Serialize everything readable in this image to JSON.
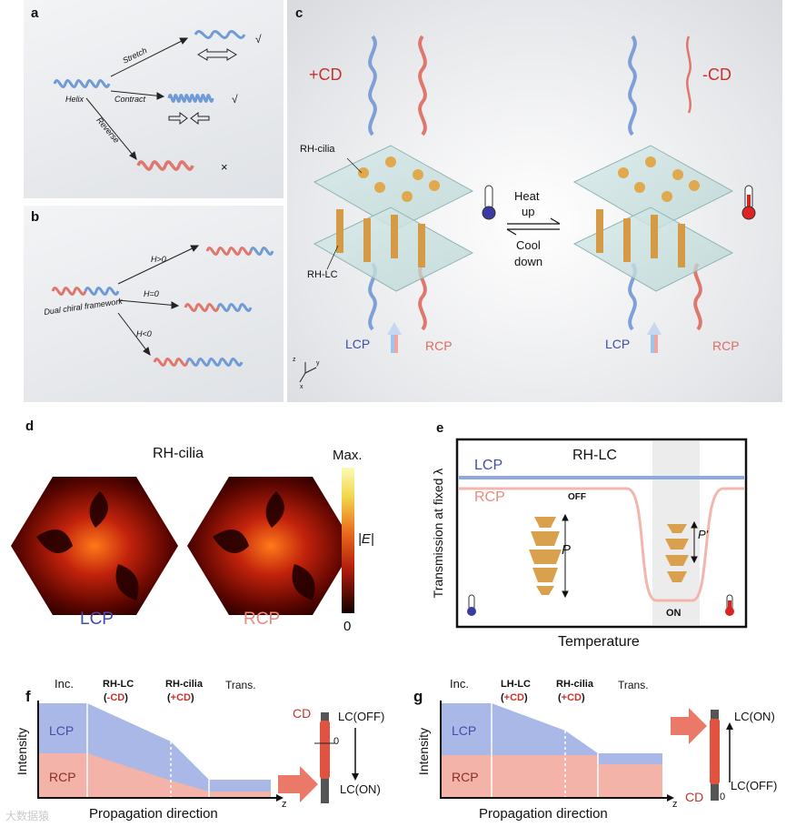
{
  "panels": {
    "a": {
      "label": "a",
      "helix": "Helix",
      "stretch": "Stretch",
      "contract": "Contract",
      "reverse": "Reverse",
      "check1": "√",
      "check2": "√",
      "cross": "×"
    },
    "b": {
      "label": "b",
      "framework": "Dual chiral framework",
      "h_pos": "H>0",
      "h_zero": "H=0",
      "h_neg": "H<0"
    },
    "c": {
      "label": "c",
      "plus_cd": "+CD",
      "minus_cd": "-CD",
      "rh_cilia": "RH-cilia",
      "rh_lc": "RH-LC",
      "heat_up": "Heat\nup",
      "heat": "Heat",
      "up": "up",
      "cool": "Cool",
      "down": "down",
      "lcp_left": "LCP",
      "rcp_left": "RCP",
      "lcp_right": "LCP",
      "rcp_right": "RCP",
      "axis_z": "z",
      "axis_y": "y",
      "axis_x": "x"
    },
    "d": {
      "label": "d",
      "title": "RH-cilia",
      "max": "Max.",
      "field": "|E|",
      "zero": "0",
      "lcp": "LCP",
      "rcp": "RCP"
    },
    "e": {
      "label": "e",
      "title": "RH-LC",
      "lcp": "LCP",
      "rcp": "RCP",
      "off": "OFF",
      "on": "ON",
      "p": "P",
      "p_prime": "P'",
      "ylabel": "Transmission at fixed λ",
      "xlabel": "Temperature"
    },
    "f": {
      "label": "f",
      "inc": "Inc.",
      "stage1": "RH-LC",
      "stage1_cd": "-CD",
      "stage2": "RH-cilia",
      "stage2_cd": "+CD",
      "trans": "Trans.",
      "lcp": "LCP",
      "rcp": "RCP",
      "ylabel": "Intensity",
      "xlabel": "Propagation direction",
      "z": "z",
      "cd": "CD",
      "lc_off": "LC(OFF)",
      "lc_on": "LC(ON)",
      "zero": "0"
    },
    "g": {
      "label": "g",
      "inc": "Inc.",
      "stage1": "LH-LC",
      "stage1_cd": "+CD",
      "stage2": "RH-cilia",
      "stage2_cd": "+CD",
      "trans": "Trans.",
      "lcp": "LCP",
      "rcp": "RCP",
      "ylabel": "Intensity",
      "xlabel": "Propagation direction",
      "z": "z",
      "cd": "CD",
      "lc_on": "LC(ON)",
      "lc_off": "LC(OFF)",
      "zero": "0"
    }
  },
  "watermark": "大数据猿",
  "colors": {
    "lcp": "#3f4fa8",
    "rcp": "#e06b5f",
    "lcp_fill": "#a9b8e6",
    "rcp_fill": "#f3b3a8",
    "cd_red": "#c8322b",
    "lc_gold": "#d9a14d"
  }
}
